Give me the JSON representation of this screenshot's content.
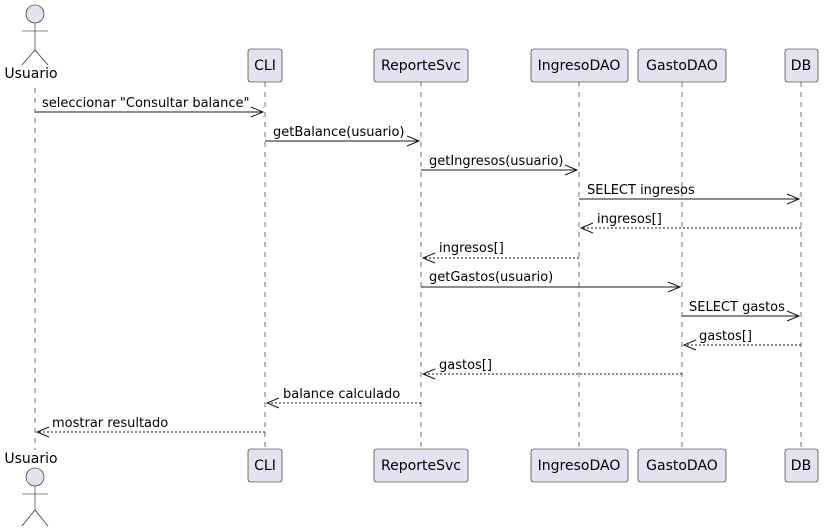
{
  "participants": [
    {
      "id": "usuario",
      "label": "Usuario",
      "kind": "actor"
    },
    {
      "id": "cli",
      "label": "CLI",
      "kind": "participant"
    },
    {
      "id": "reportesvc",
      "label": "ReporteSvc",
      "kind": "participant"
    },
    {
      "id": "ingresodao",
      "label": "IngresoDAO",
      "kind": "participant"
    },
    {
      "id": "gastodao",
      "label": "GastoDAO",
      "kind": "participant"
    },
    {
      "id": "db",
      "label": "DB",
      "kind": "participant"
    }
  ],
  "messages": [
    {
      "from": "usuario",
      "to": "cli",
      "text": "seleccionar \"Consultar balance\"",
      "style": "solid"
    },
    {
      "from": "cli",
      "to": "reportesvc",
      "text": "getBalance(usuario)",
      "style": "solid"
    },
    {
      "from": "reportesvc",
      "to": "ingresodao",
      "text": "getIngresos(usuario)",
      "style": "solid"
    },
    {
      "from": "ingresodao",
      "to": "db",
      "text": "SELECT ingresos",
      "style": "solid"
    },
    {
      "from": "db",
      "to": "ingresodao",
      "text": "ingresos[]",
      "style": "dashed"
    },
    {
      "from": "ingresodao",
      "to": "reportesvc",
      "text": "ingresos[]",
      "style": "dashed"
    },
    {
      "from": "reportesvc",
      "to": "gastodao",
      "text": "getGastos(usuario)",
      "style": "solid"
    },
    {
      "from": "gastodao",
      "to": "db",
      "text": "SELECT gastos",
      "style": "solid"
    },
    {
      "from": "db",
      "to": "gastodao",
      "text": "gastos[]",
      "style": "dashed"
    },
    {
      "from": "gastodao",
      "to": "reportesvc",
      "text": "gastos[]",
      "style": "dashed"
    },
    {
      "from": "reportesvc",
      "to": "cli",
      "text": "balance calculado",
      "style": "dashed"
    },
    {
      "from": "cli",
      "to": "usuario",
      "text": "mostrar resultado",
      "style": "dashed"
    }
  ],
  "colors": {
    "box_fill": "#E2E2F0",
    "line": "#181818",
    "text": "#000000"
  }
}
